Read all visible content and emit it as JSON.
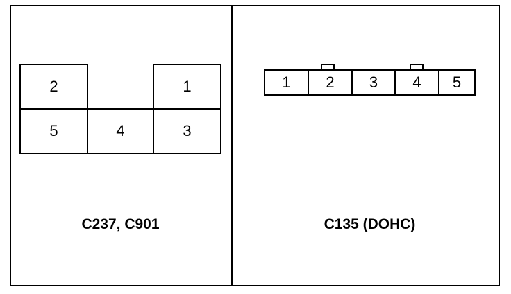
{
  "left_panel": {
    "caption": "C237, C901",
    "cells": {
      "c2": "2",
      "c1": "1",
      "c5": "5",
      "c4": "4",
      "c3": "3"
    }
  },
  "right_panel": {
    "caption": "C135 (DOHC)",
    "pins": [
      "1",
      "2",
      "3",
      "4",
      "5"
    ]
  }
}
